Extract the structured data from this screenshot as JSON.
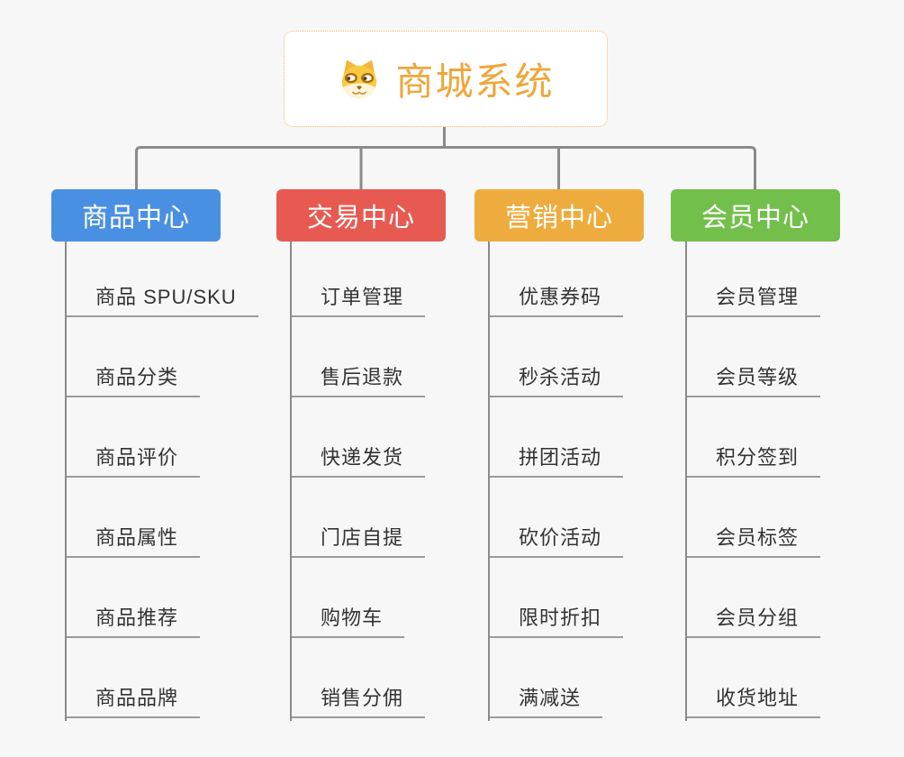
{
  "root": {
    "title": "商城系统",
    "icon": "dog-face-icon"
  },
  "branches": [
    {
      "label": "商品中心",
      "color": "#4A90E2",
      "items": [
        "商品 SPU/SKU",
        "商品分类",
        "商品评价",
        "商品属性",
        "商品推荐",
        "商品品牌"
      ]
    },
    {
      "label": "交易中心",
      "color": "#E75A52",
      "items": [
        "订单管理",
        "售后退款",
        "快递发货",
        "门店自提",
        "购物车",
        "销售分佣"
      ]
    },
    {
      "label": "营销中心",
      "color": "#EEAC3E",
      "items": [
        "优惠券码",
        "秒杀活动",
        "拼团活动",
        "砍价活动",
        "限时折扣",
        "满减送"
      ]
    },
    {
      "label": "会员中心",
      "color": "#73BF4B",
      "items": [
        "会员管理",
        "会员等级",
        "积分签到",
        "会员标签",
        "会员分组",
        "收货地址"
      ]
    }
  ],
  "colors": {
    "background": "#F7F7F7",
    "connector_line": "#8A8A8A",
    "leaf_underline": "#9B9B9B",
    "leaf_text": "#333333",
    "root_title": "#F0A63C",
    "root_border": "#F2B860",
    "root_background": "#FFFFFF"
  }
}
